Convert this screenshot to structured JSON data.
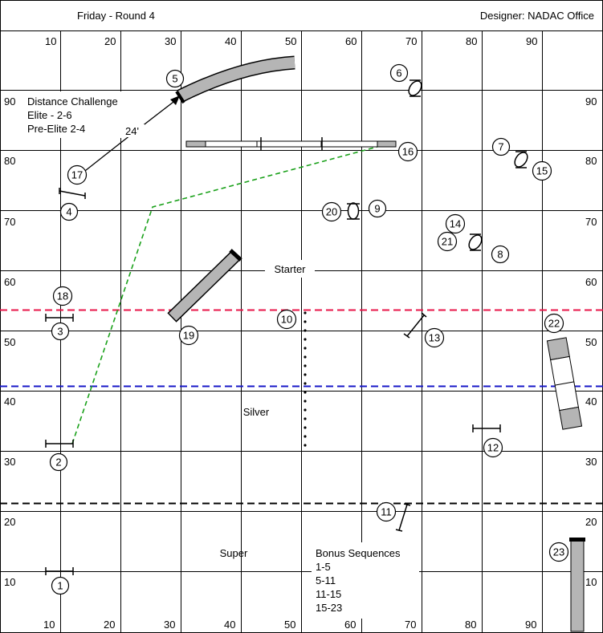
{
  "header": {
    "title": "Friday - Round 4",
    "designer": "Designer: NADAC Office"
  },
  "axes": {
    "x_labels": [
      "10",
      "20",
      "30",
      "40",
      "50",
      "60",
      "70",
      "80",
      "90"
    ],
    "y_labels": [
      "90",
      "80",
      "70",
      "60",
      "50",
      "40",
      "30",
      "20",
      "10"
    ]
  },
  "lines": {
    "starter": {
      "label": "Starter",
      "color": "#e8174a"
    },
    "silver": {
      "label": "Silver",
      "color": "#1919c8"
    },
    "super": {
      "label": "Super",
      "color": "#000000"
    },
    "challenge_color": "#1aa11a"
  },
  "distance_challenge": {
    "title": "Distance Challenge",
    "elite": "Elite - 2-6",
    "pre_elite": "Pre-Elite 2-4",
    "distance": "24'"
  },
  "bonus": {
    "title": "Bonus Sequences",
    "items": [
      "1-5",
      "5-11",
      "11-15",
      "15-23"
    ]
  },
  "obstacle_numbers": {
    "n1": "1",
    "n2": "2",
    "n3": "3",
    "n4": "4",
    "n5": "5",
    "n6": "6",
    "n7": "7",
    "n8": "8",
    "n9": "9",
    "n10": "10",
    "n11": "11",
    "n12": "12",
    "n13": "13",
    "n14": "14",
    "n15": "15",
    "n16": "16",
    "n17": "17",
    "n18": "18",
    "n19": "19",
    "n20": "20",
    "n21": "21",
    "n22": "22",
    "n23": "23"
  }
}
